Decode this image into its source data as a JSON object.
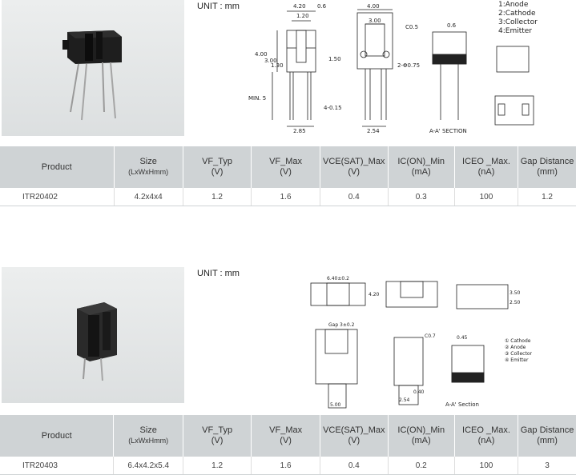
{
  "unit_label": "UNIT : mm",
  "headers": {
    "product": "Product",
    "size": "Size",
    "size_unit": "(LxWxHmm)",
    "vf_typ": "VF_Typ",
    "vf_typ_unit": "(V)",
    "vf_max": "VF_Max",
    "vf_max_unit": "(V)",
    "vce_max": "VCE(SAT)_Max",
    "vce_max_unit": "(V)",
    "ic_min": "IC(ON)_Min",
    "ic_min_unit": "(mA)",
    "iceo_max": "ICEO _Max.",
    "iceo_max_unit": "(nA)",
    "gap": "Gap Distance",
    "gap_unit": "(mm)"
  },
  "products": [
    {
      "product": "ITR20402",
      "size": "4.2x4x4",
      "vf_typ": "1.2",
      "vf_max": "1.6",
      "vce_max": "0.4",
      "ic_min": "0.3",
      "iceo_max": "100",
      "gap": "1.2",
      "drawing": {
        "dims_top": [
          "4.20",
          "1.20",
          "0.6",
          "4.00",
          "3.00",
          "C0.5",
          "0.6"
        ],
        "dims_side": [
          "4.00",
          "3.00",
          "1.30",
          "1.50",
          "MIN. 5",
          "4-0.15",
          "2.85",
          "2.54",
          "2-Φ0.75"
        ],
        "section_label": "A-A' SECTION",
        "pins": [
          "1:Anode",
          "2:Cathode",
          "3:Collector",
          "4:Emitter"
        ]
      }
    },
    {
      "product": "ITR20403",
      "size": "6.4x4.2x5.4",
      "vf_typ": "1.2",
      "vf_max": "1.6",
      "vce_max": "0.4",
      "ic_min": "0.2",
      "iceo_max": "100",
      "gap": "3",
      "drawing": {
        "dims": [
          "6.40±0.2",
          "4.20",
          "Gap 3±0.2",
          "C0.7",
          "0.45",
          "5.00",
          "2.54",
          "0.40",
          "3.50",
          "2.50"
        ],
        "section_label": "A-A' Section",
        "pins": [
          "① Cathode",
          "② Anode",
          "③ Collector",
          "④ Emitter"
        ]
      }
    }
  ]
}
